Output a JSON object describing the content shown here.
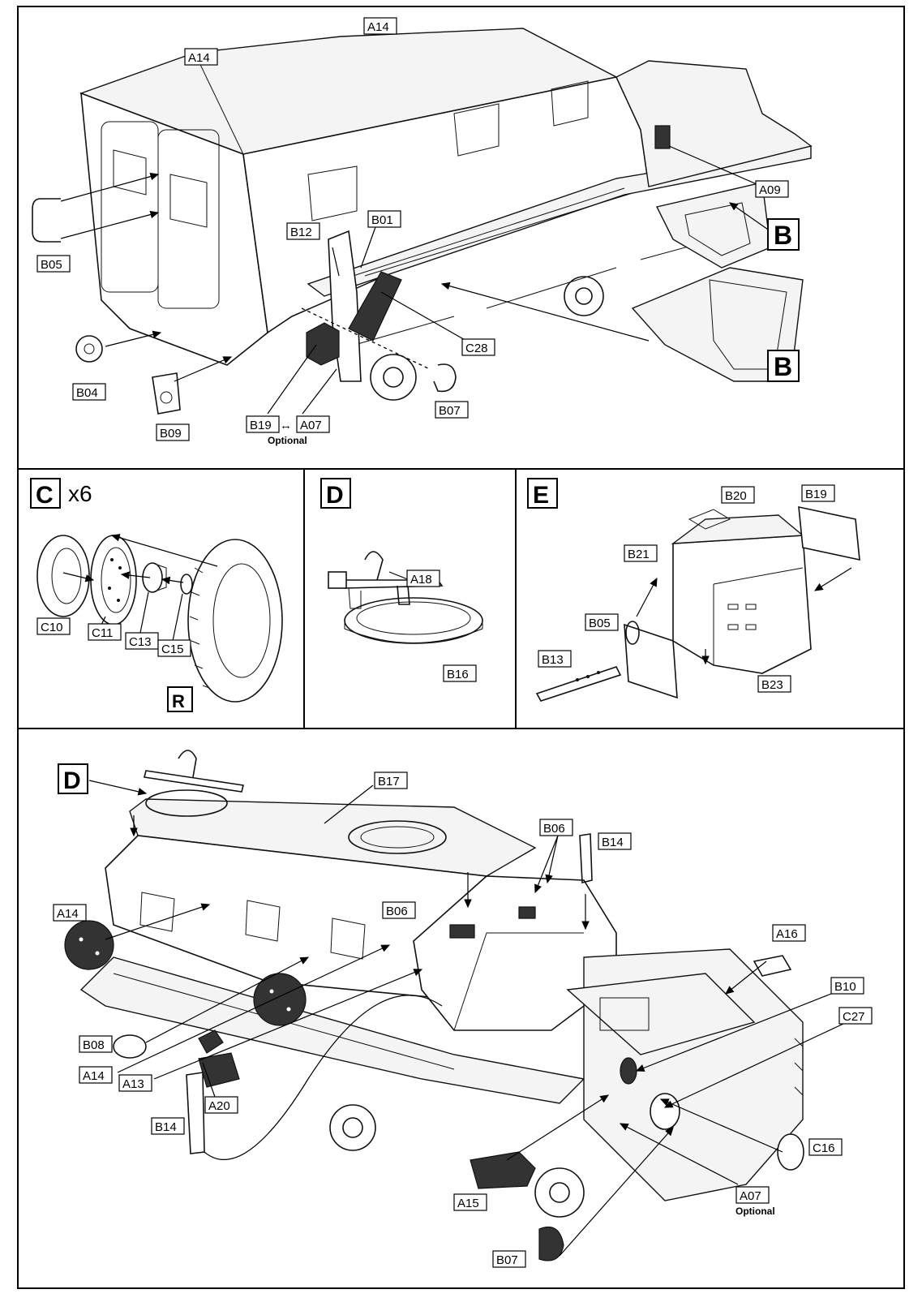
{
  "labels": {
    "A14_a": "A14",
    "A14_b": "A14",
    "B05": "B05",
    "B12": "B12",
    "B01": "B01",
    "A09": "A09",
    "C28": "C28",
    "B04": "B04",
    "B09": "B09",
    "B19": "B19",
    "A07": "A07",
    "B07": "B07",
    "C10": "C10",
    "C11": "C11",
    "C13": "C13",
    "C15": "C15",
    "A18": "A18",
    "B16": "B16",
    "B20": "B20",
    "B19_e": "B19",
    "B21": "B21",
    "B05_e": "B05",
    "B13": "B13",
    "B23": "B23",
    "B17": "B17",
    "B06_a": "B06",
    "B14_a": "B14",
    "A14_c": "A14",
    "B06_b": "B06",
    "A16": "A16",
    "B10": "B10",
    "C27": "C27",
    "B08": "B08",
    "A14_d": "A14",
    "A13": "A13",
    "A20": "A20",
    "B14_b": "B14",
    "C16": "C16",
    "A15": "A15",
    "A07_b": "A07",
    "B07_b": "B07"
  },
  "steps": {
    "B_top": "B",
    "B_bottom": "B",
    "C": "C",
    "C_mult": "x6",
    "D": "D",
    "E": "E",
    "D_ref": "D",
    "R": "R"
  },
  "notes": {
    "optional_a": "Optional",
    "optional_b": "Optional",
    "swap_arrow": "↔"
  },
  "colors": {
    "ink": "#111111",
    "paper": "#ffffff",
    "dark_part": "#333333",
    "shade": "#f4f4f4"
  }
}
